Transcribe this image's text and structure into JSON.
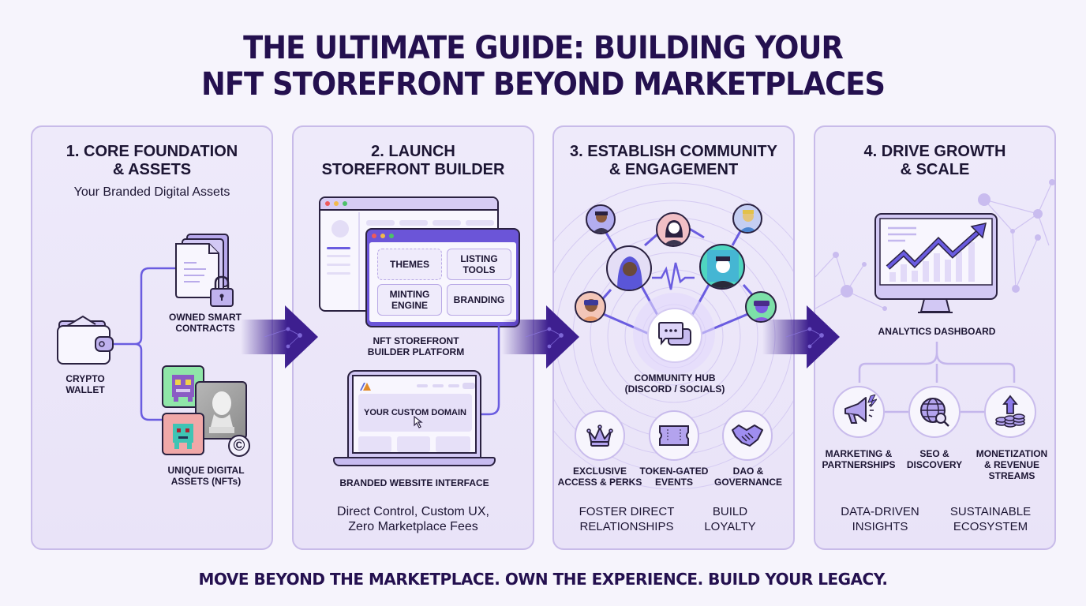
{
  "title": {
    "line1": "THE ULTIMATE GUIDE: BUILDING YOUR",
    "line2": "NFT STOREFRONT BEYOND MARKETPLACES"
  },
  "colors": {
    "background": "#f6f4fc",
    "panel": "#ece7f9",
    "panel_border": "#c8bbe9",
    "accent": "#6a5ce0",
    "arrow": "#3d1f8f",
    "title_text": "#24104f"
  },
  "panels": [
    {
      "heading_line1": "1. CORE FOUNDATION",
      "heading_line2": "& ASSETS",
      "subtitle": "Your Branded Digital Assets",
      "items": {
        "wallet": {
          "line1": "CRYPTO",
          "line2": "WALLET",
          "icon": "wallet-icon"
        },
        "contracts": {
          "line1": "OWNED SMART",
          "line2": "CONTRACTS",
          "icon": "document-lock-icon"
        },
        "nfts": {
          "line1": "UNIQUE DIGITAL",
          "line2": "ASSETS (NFTs)",
          "icon": "nft-collection-icon",
          "badge": "©"
        }
      }
    },
    {
      "heading_line1": "2. LAUNCH",
      "heading_line2": "STOREFRONT BUILDER",
      "builder_tiles": [
        {
          "line1": "THEMES",
          "line2": ""
        },
        {
          "line1": "LISTING",
          "line2": "TOOLS"
        },
        {
          "line1": "MINTING",
          "line2": "ENGINE"
        },
        {
          "line1": "BRANDING",
          "line2": ""
        }
      ],
      "builder_label_line1": "NFT STOREFRONT",
      "builder_label_line2": "BUILDER PLATFORM",
      "laptop_screen_text": "YOUR CUSTOM DOMAIN",
      "laptop_label": "BRANDED WEBSITE INTERFACE",
      "footer_line1": "Direct Control, Custom UX,",
      "footer_line2": "Zero Marketplace Fees"
    },
    {
      "heading_line1": "3. ESTABLISH COMMUNITY",
      "heading_line2": "& ENGAGEMENT",
      "hub_line1": "COMMUNITY HUB",
      "hub_line2": "(DISCORD / SOCIALS)",
      "features": [
        {
          "line1": "EXCLUSIVE",
          "line2": "ACCESS & PERKS",
          "icon": "crown-icon"
        },
        {
          "line1": "TOKEN-GATED",
          "line2": "EVENTS",
          "icon": "ticket-icon"
        },
        {
          "line1": "DAO &",
          "line2": "GOVERNANCE",
          "icon": "handshake-icon"
        }
      ],
      "footer_left_line1": "FOSTER DIRECT",
      "footer_left_line2": "RELATIONSHIPS",
      "footer_right_line1": "BUILD",
      "footer_right_line2": "LOYALTY"
    },
    {
      "heading_line1": "4. DRIVE GROWTH",
      "heading_line2": "& SCALE",
      "dashboard_label": "ANALYTICS DASHBOARD",
      "features": [
        {
          "line1": "MARKETING &",
          "line2": "PARTNERSHIPS",
          "line3": "",
          "icon": "megaphone-icon"
        },
        {
          "line1": "SEO &",
          "line2": "DISCOVERY",
          "line3": "",
          "icon": "globe-search-icon"
        },
        {
          "line1": "MONETIZATION",
          "line2": "& REVENUE",
          "line3": "STREAMS",
          "icon": "coins-arrow-icon"
        }
      ],
      "footer_left_line1": "DATA-DRIVEN",
      "footer_left_line2": "INSIGHTS",
      "footer_right_line1": "SUSTAINABLE",
      "footer_right_line2": "ECOSYSTEM"
    }
  ],
  "tagline": "MOVE BEYOND THE MARKETPLACE. OWN THE EXPERIENCE. BUILD YOUR LEGACY."
}
